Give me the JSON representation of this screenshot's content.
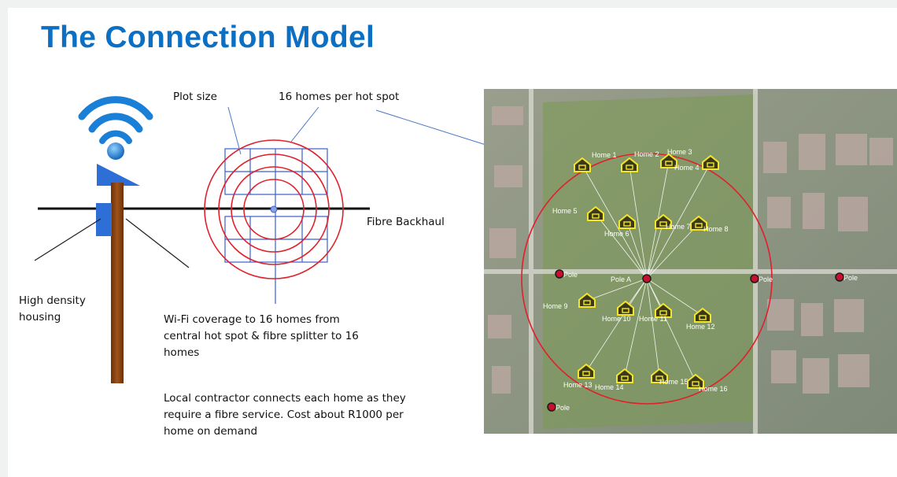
{
  "slide": {
    "title": "The Connection Model",
    "labels": {
      "plot_size": "Plot size",
      "homes_per_hotspot": "16 homes per hot spot",
      "fibre_backhaul": "Fibre Backhaul",
      "housing": "High density housing",
      "coverage": "Wi-Fi coverage to 16 homes from central hot spot & fibre splitter to 16 homes",
      "contractor": "Local contractor connects each home as they require a fibre service. Cost about R1000 per home on demand"
    },
    "map": {
      "poles": [
        "Pole",
        "Pole A",
        "Pole",
        "Pole",
        "Pole"
      ],
      "homes": [
        "Home 1",
        "Home 2",
        "Home 3",
        "Home 4",
        "Home 5",
        "Home 6",
        "Home 7",
        "Home 8",
        "Home 9",
        "Home 10",
        "Home 11",
        "Home 12",
        "Home 13",
        "Home 14",
        "Home 15",
        "Home 16"
      ]
    },
    "colors": {
      "title": "#0b6fc3",
      "circle": "#e0202a",
      "grid": "#3b5fcf",
      "pole": "#8b4513",
      "wifi": "#1a7fd6"
    }
  }
}
